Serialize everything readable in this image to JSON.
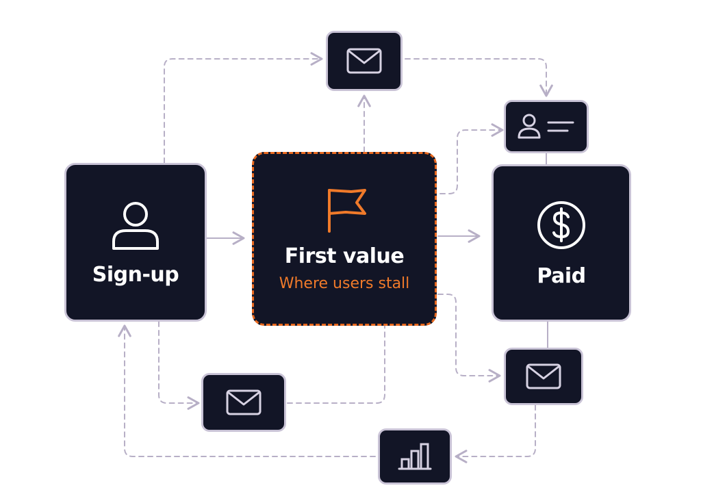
{
  "diagram": {
    "nodes": {
      "signup": {
        "label": "Sign-up",
        "icon": "user-icon"
      },
      "first_value": {
        "label": "First value",
        "sublabel": "Where users stall",
        "icon": "flag-icon"
      },
      "paid": {
        "label": "Paid",
        "icon": "dollar-icon"
      },
      "email_top": {
        "icon": "mail-icon"
      },
      "profile": {
        "icon": "profile-card-icon"
      },
      "email_bottom_left": {
        "icon": "mail-icon"
      },
      "email_bottom_right": {
        "icon": "mail-icon"
      },
      "analytics": {
        "icon": "bar-chart-icon"
      }
    },
    "colors": {
      "node_fill": "#121526",
      "node_border": "#c9c3d6",
      "focus_border": "#e8681e",
      "focus_text": "#f07a2a",
      "connector": "#b7afc6",
      "icon_stroke": "#d7d2e3"
    }
  }
}
